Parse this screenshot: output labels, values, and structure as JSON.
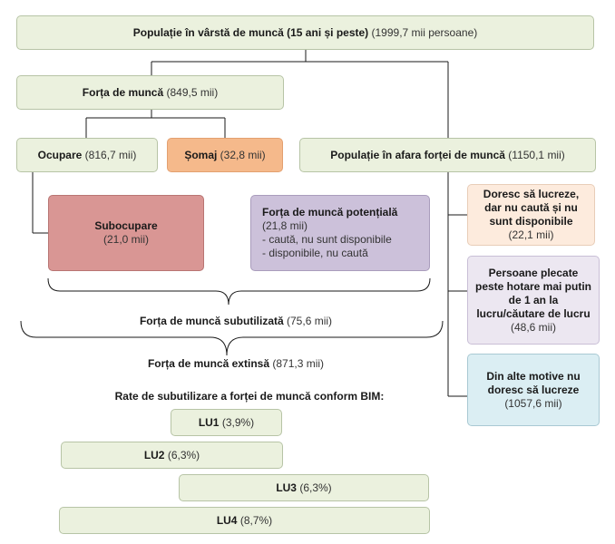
{
  "top": {
    "bold": "Populație în vârstă de muncă (15 ani și peste)",
    "value": "(1999,7 mii persoane)"
  },
  "labor_force": {
    "bold": "Forța de muncă",
    "value": "(849,5 mii)"
  },
  "employment": {
    "bold": "Ocupare",
    "value": "(816,7 mii)"
  },
  "unemployment": {
    "bold": "Șomaj",
    "value": "(32,8 mii)"
  },
  "outside": {
    "bold": "Populație în afara forței de muncă",
    "value": "(1150,1 mii)"
  },
  "underemployment": {
    "bold": "Subocupare",
    "value": "(21,0 mii)"
  },
  "potential": {
    "bold": "Forța de muncă potențială",
    "value": "(21,8 mii)",
    "line1": "- caută, nu sunt disponibile",
    "line2": "- disponibile, nu caută"
  },
  "want_work": {
    "bold": "Doresc să lucreze, dar nu caută și nu sunt disponibile",
    "value": "(22,1 mii)"
  },
  "emigrants": {
    "bold": "Persoane plecate peste hotare mai putin de 1 an la lucru/căutare de lucru",
    "value": "(48,6 mii)"
  },
  "other": {
    "bold": "Din alte motive nu doresc să lucreze",
    "value": "(1057,6 mii)"
  },
  "underutilized": {
    "bold": "Forța de muncă subutilizată",
    "value": "(75,6 mii)"
  },
  "extended": {
    "bold": "Forța de muncă extinsă",
    "value": "(871,3 mii)"
  },
  "rates_title": "Rate de subutilizare a forței de muncă conform BIM:",
  "rates": [
    {
      "bold": "LU1",
      "value": "(3,9%)"
    },
    {
      "bold": "LU2",
      "value": "(6,3%)"
    },
    {
      "bold": "LU3",
      "value": "(6,3%)"
    },
    {
      "bold": "LU4",
      "value": "(8,7%)"
    }
  ]
}
